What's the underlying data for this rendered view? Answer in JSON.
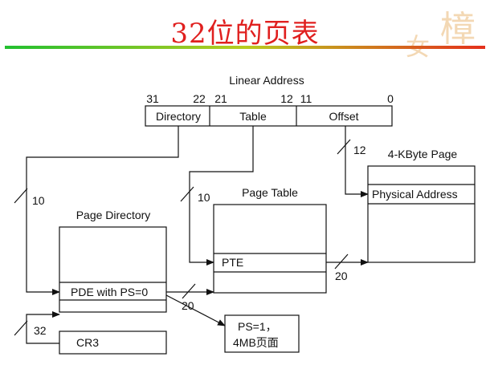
{
  "slide": {
    "title": "32位的页表"
  },
  "linear_address": {
    "label": "Linear Address",
    "bits": {
      "b31": "31",
      "b22": "22",
      "b21": "21",
      "b12": "12",
      "b11": "11",
      "b0": "0"
    },
    "fields": {
      "directory": "Directory",
      "table": "Table",
      "offset": "Offset"
    }
  },
  "widths": {
    "directory": "10",
    "table": "10",
    "offset": "12",
    "pte_out": "20",
    "pde_out": "20",
    "cr3": "32"
  },
  "page_directory": {
    "title": "Page Directory",
    "entry": "PDE with PS=0"
  },
  "page_table": {
    "title": "Page Table",
    "entry": "PTE"
  },
  "page": {
    "title": "4-KByte Page",
    "entry": "Physical Address"
  },
  "cr3": {
    "label": "CR3"
  },
  "callout": {
    "line1": "PS=1，",
    "line2": "4MB页面"
  },
  "colors": {
    "title": "#e0201f",
    "rule_start": "#22c030",
    "rule_end": "#e4301c"
  }
}
